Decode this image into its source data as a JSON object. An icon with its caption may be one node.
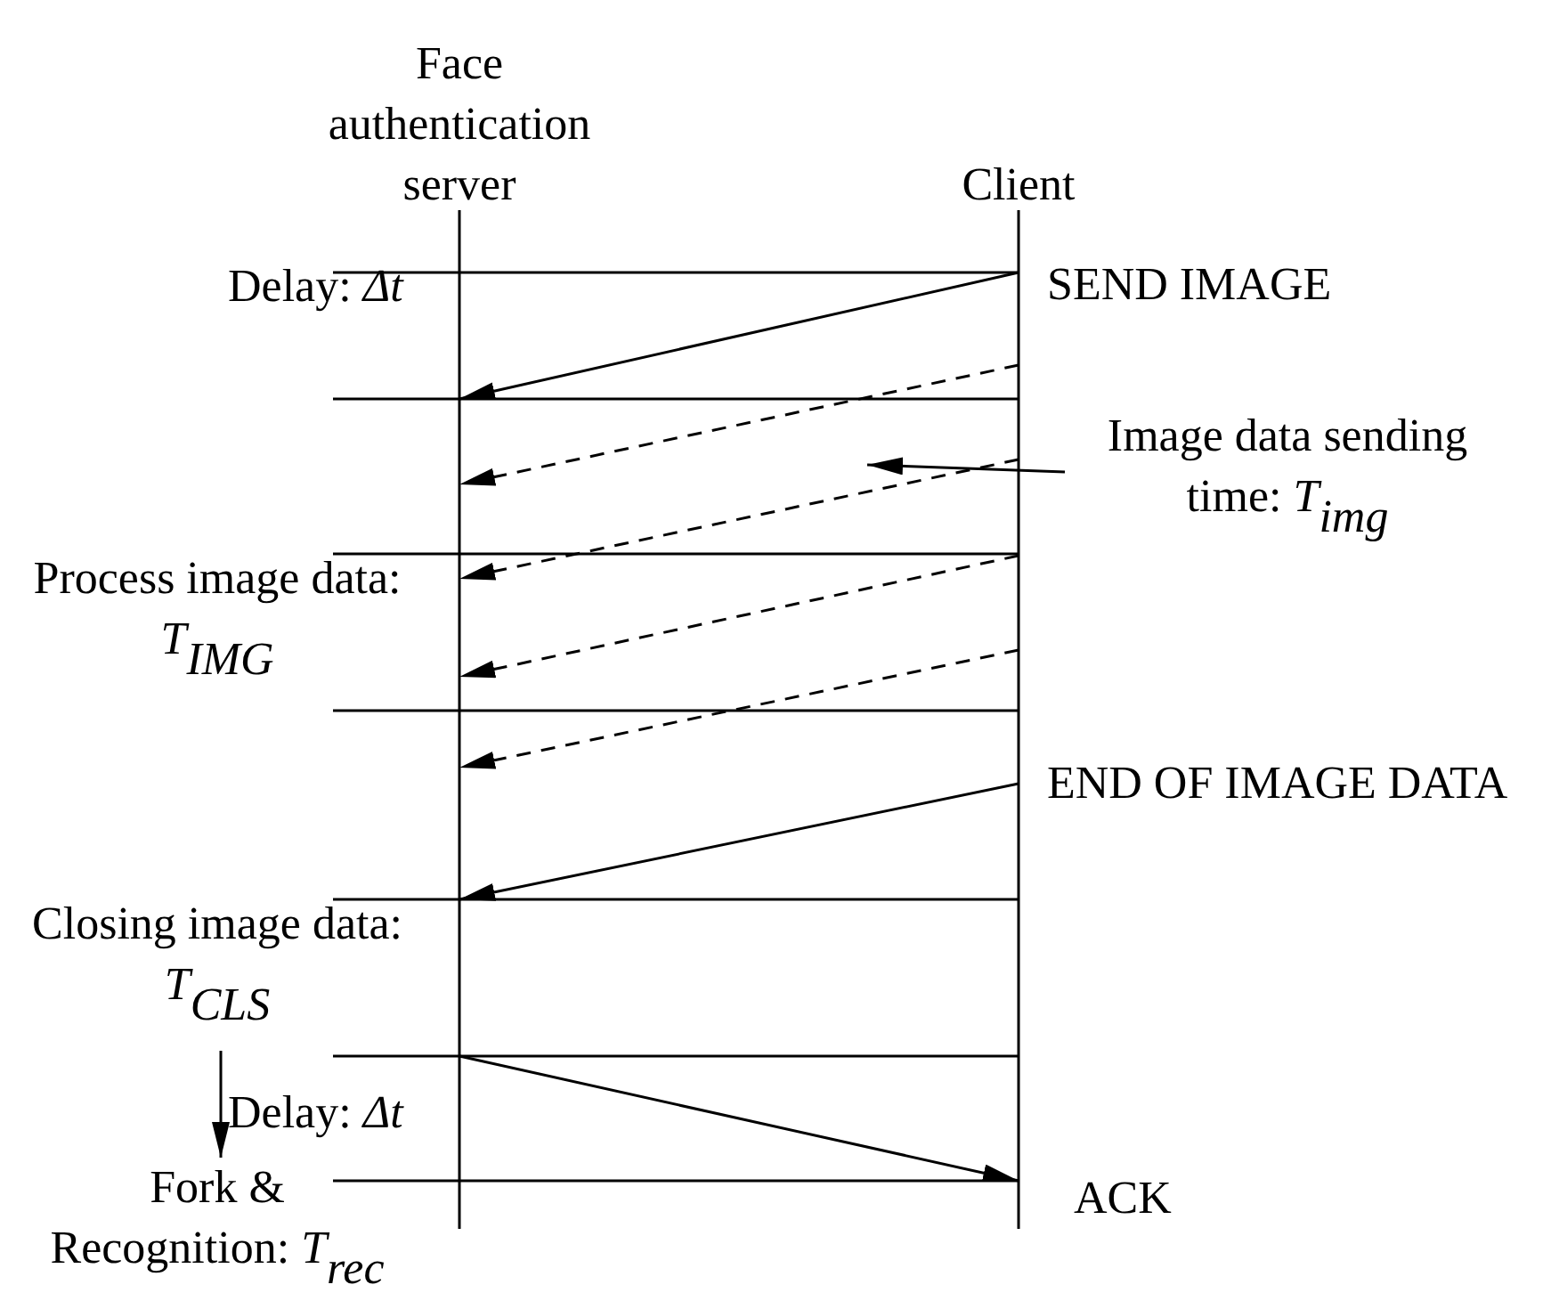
{
  "diagram": {
    "nodes": [
      {
        "text": [
          "Face authentication server"
        ]
      },
      {
        "text": [
          "Client"
        ]
      },
      {
        "text": [
          "Image data sending time: *T*$_{img}$"
        ]
      },
      {
        "text": [
          "Closing image data: *T*$_{CLS}$"
        ]
      },
      {
        "text": [
          "Fork & Recognition: *T*$_{rec}$"
        ]
      }
    ],
    "edges": [
      {
        "from": 1,
        "to": 0,
        "arrow": "to",
        "label": "SEND IMAGE"
      },
      {
        "from": 1,
        "to": 0,
        "arrow": "to",
        "style": "dashed"
      },
      {
        "from": 1,
        "to": 0,
        "arrow": "to",
        "style": "dashed"
      },
      {
        "from": 1,
        "to": 0,
        "arrow": "to",
        "style": "dashed"
      },
      {
        "from": 1,
        "to": 0,
        "arrow": "to",
        "style": "dashed"
      },
      {
        "from": 1,
        "to": 0,
        "arrow": "to",
        "label": "END OF IMAGE DATA"
      },
      {
        "from": 0,
        "to": 1,
        "arrow": "to",
        "label": "ACK"
      },
      {
        "from": 3,
        "to": 4,
        "arrow": "to"
      },
      {
        "from": 2,
        "to": null,
        "arrow": "to"
      }
    ],
    "labels": [
      "Delay: *Δt*",
      "Process image data: *T*$_{IMG}$",
      "Delay: *Δt*"
    ]
  }
}
